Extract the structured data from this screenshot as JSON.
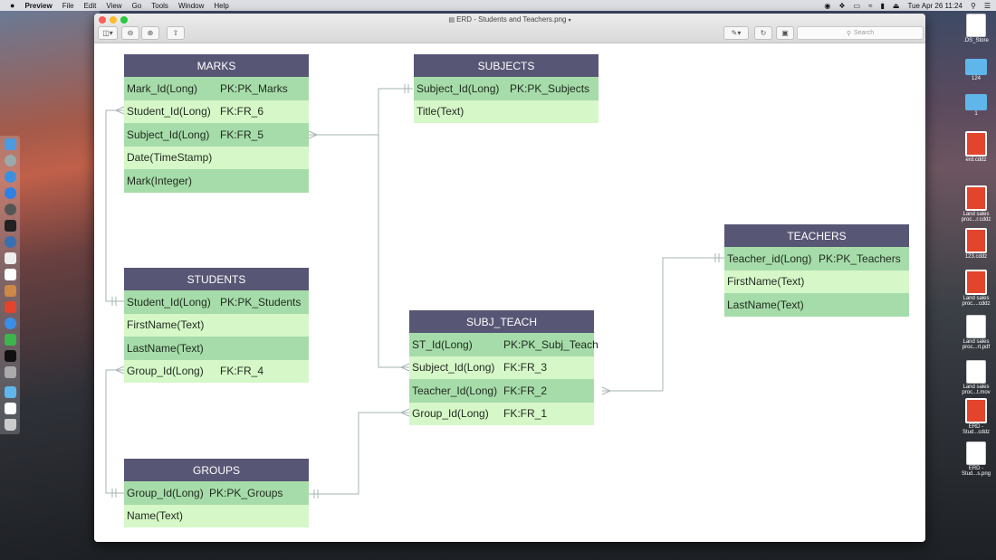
{
  "menubar": {
    "apple": "",
    "app": "Preview",
    "items": [
      "File",
      "Edit",
      "View",
      "Go",
      "Tools",
      "Window",
      "Help"
    ],
    "clock": "Tue Apr 26  11:24"
  },
  "window": {
    "title": "ERD - Students and Teachers.png",
    "search_placeholder": "Search"
  },
  "entities": {
    "marks": {
      "name": "MARKS",
      "rows": [
        [
          "Mark_Id(Long)",
          "PK:PK_Marks"
        ],
        [
          "Student_Id(Long)",
          "FK:FR_6"
        ],
        [
          "Subject_Id(Long)",
          "FK:FR_5"
        ],
        [
          "Date(TimeStamp)",
          ""
        ],
        [
          "Mark(Integer)",
          ""
        ]
      ]
    },
    "subjects": {
      "name": "SUBJECTS",
      "rows": [
        [
          "Subject_Id(Long)",
          "PK:PK_Subjects"
        ],
        [
          "Title(Text)",
          ""
        ]
      ]
    },
    "students": {
      "name": "STUDENTS",
      "rows": [
        [
          "Student_Id(Long)",
          "PK:PK_Students"
        ],
        [
          "FirstName(Text)",
          ""
        ],
        [
          "LastName(Text)",
          ""
        ],
        [
          "Group_Id(Long)",
          "FK:FR_4"
        ]
      ]
    },
    "teachers": {
      "name": "TEACHERS",
      "rows": [
        [
          "Teacher_id(Long)",
          "PK:PK_Teachers"
        ],
        [
          "FirstName(Text)",
          ""
        ],
        [
          "LastName(Text)",
          ""
        ]
      ]
    },
    "subj_teach": {
      "name": "SUBJ_TEACH",
      "rows": [
        [
          "ST_Id(Long)",
          "PK:PK_Subj_Teach"
        ],
        [
          "Subject_Id(Long)",
          "FK:FR_3"
        ],
        [
          "Teacher_Id(Long)",
          "FK:FR_2"
        ],
        [
          "Group_Id(Long)",
          "FK:FR_1"
        ]
      ]
    },
    "groups": {
      "name": "GROUPS",
      "rows": [
        [
          "Group_Id(Long)",
          "PK:PK_Groups"
        ],
        [
          "Name(Text)",
          ""
        ]
      ]
    }
  },
  "desktop": {
    "items": [
      {
        "label": ".DS_Store",
        "kind": "doc"
      },
      {
        "label": "124",
        "kind": "folder"
      },
      {
        "label": "1",
        "kind": "folder"
      },
      {
        "label": "erd.cddz",
        "kind": "pres"
      },
      {
        "label": "Land sales proc...r.cddz",
        "kind": "pres"
      },
      {
        "label": "123.cddz",
        "kind": "pres"
      },
      {
        "label": "Land sales proc....cddz",
        "kind": "pres"
      },
      {
        "label": "Land sales proc...rt.pdf",
        "kind": "doc"
      },
      {
        "label": "Land sales proc...t.mov",
        "kind": "doc"
      },
      {
        "label": "ERD - Stud...cddz",
        "kind": "pres"
      },
      {
        "label": "ERD - Stud...s.png",
        "kind": "doc"
      }
    ]
  }
}
